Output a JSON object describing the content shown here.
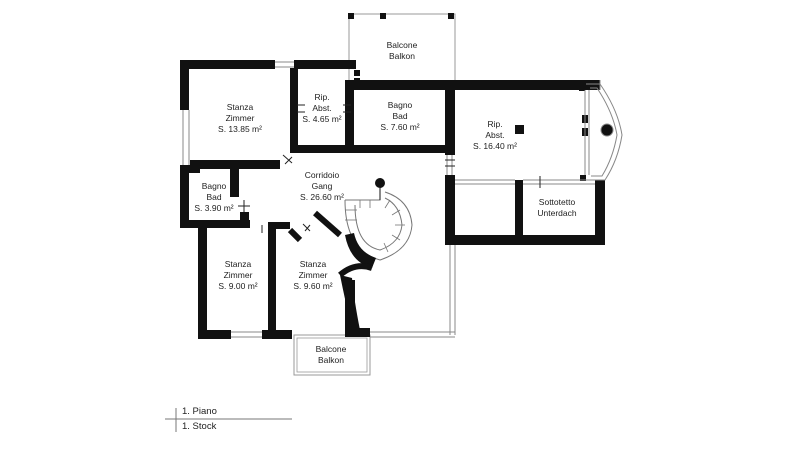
{
  "rooms": {
    "balcone_top": {
      "it": "Balcone",
      "de": "Balkon"
    },
    "stanza_1": {
      "it": "Stanza",
      "de": "Zimmer",
      "area": "S. 13.85 m²"
    },
    "rip_1": {
      "it": "Rip.",
      "de": "Abst.",
      "area": "S. 4.65 m²"
    },
    "bagno_1": {
      "it": "Bagno",
      "de": "Bad",
      "area": "S. 7.60 m²"
    },
    "rip_2": {
      "it": "Rip.",
      "de": "Abst.",
      "area": "S. 16.40 m²"
    },
    "corridoio": {
      "it": "Corridoio",
      "de": "Gang",
      "area": "S. 26.60 m²"
    },
    "bagno_2": {
      "it": "Bagno",
      "de": "Bad",
      "area": "S. 3.90 m²"
    },
    "sottotetto": {
      "it": "Sottotetto",
      "de": "Unterdach"
    },
    "stanza_2": {
      "it": "Stanza",
      "de": "Zimmer",
      "area": "S. 9.00 m²"
    },
    "stanza_3": {
      "it": "Stanza",
      "de": "Zimmer",
      "area": "S. 9.60 m²"
    },
    "balcone_bottom": {
      "it": "Balcone",
      "de": "Balkon"
    }
  },
  "legend": {
    "line1": "1. Piano",
    "line2": "1. Stock"
  }
}
